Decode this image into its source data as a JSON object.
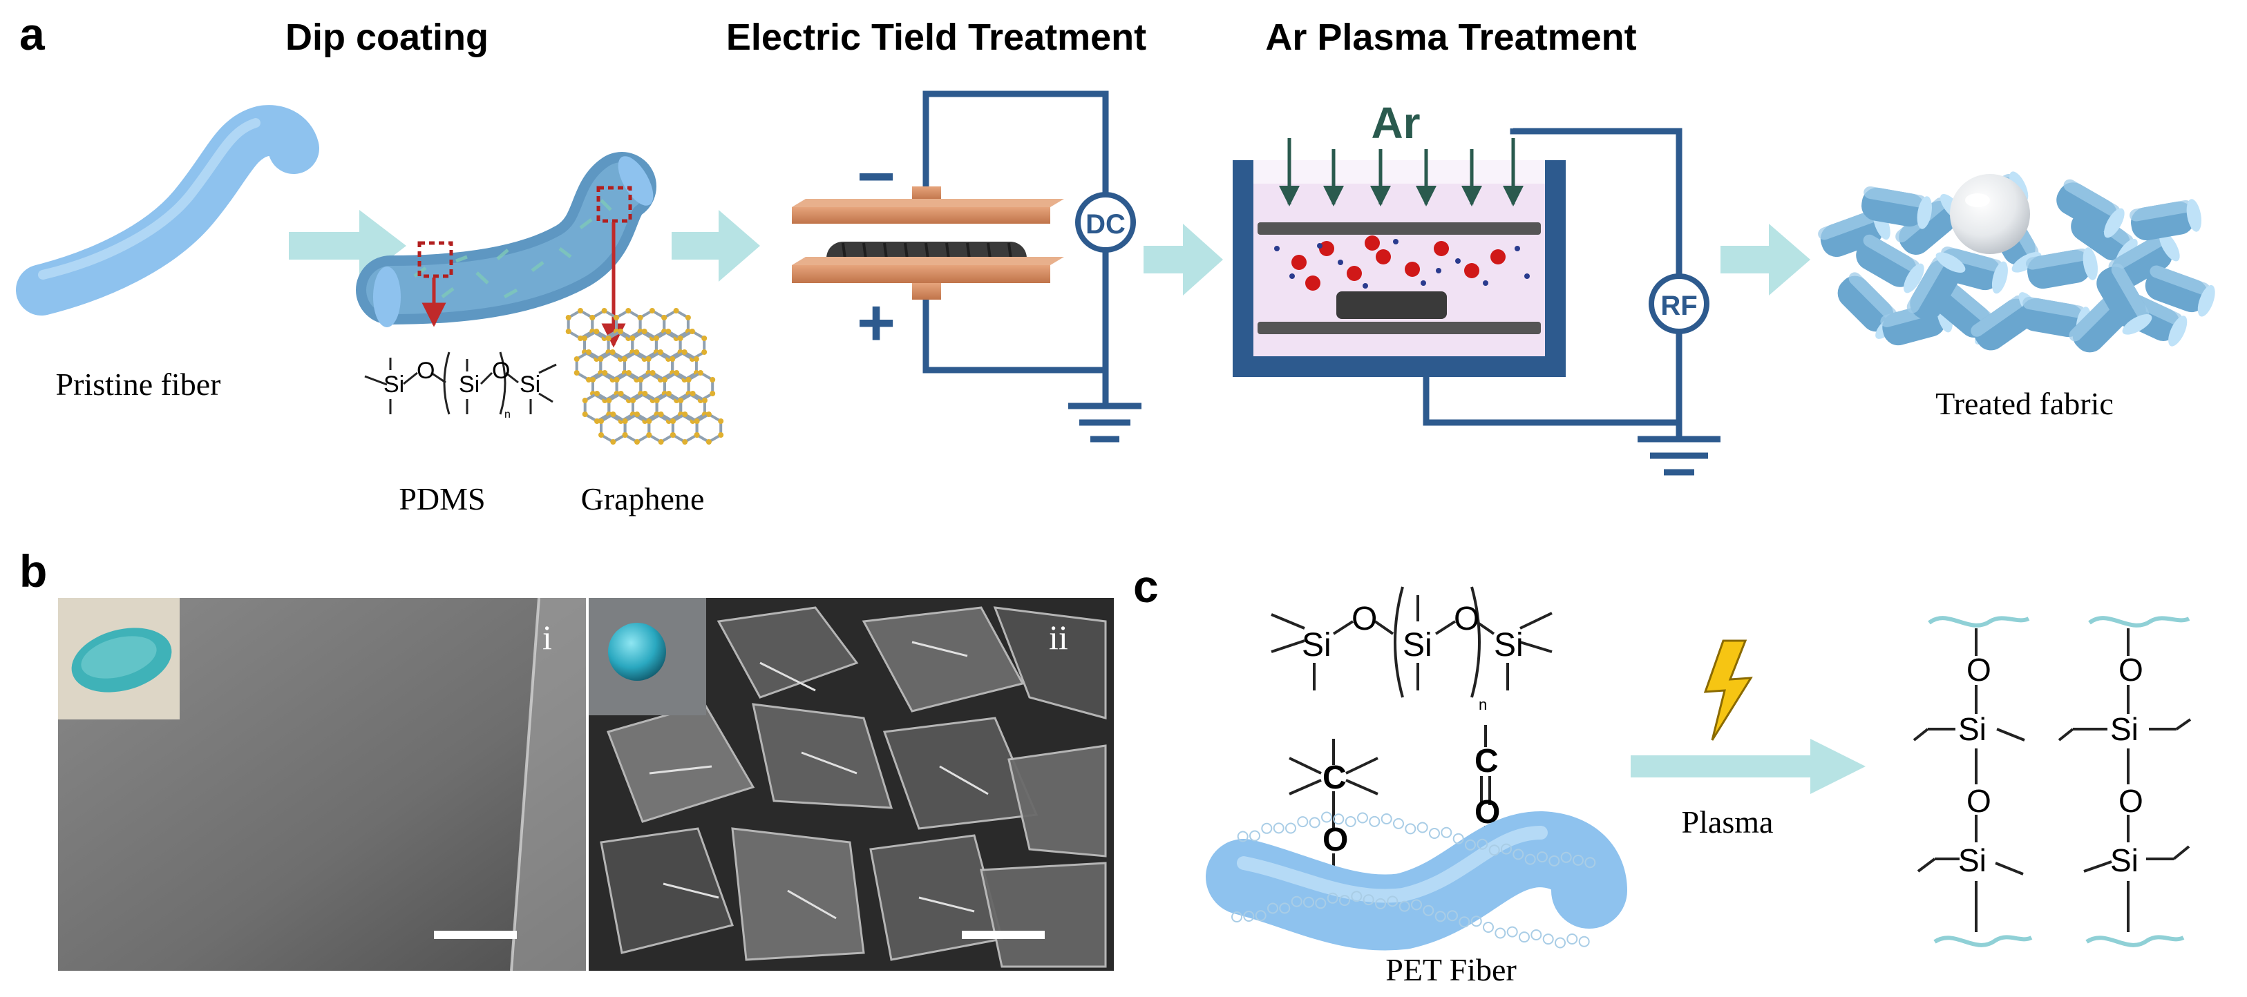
{
  "panel_a": {
    "letter": "a",
    "step1_title": "Dip coating",
    "step2_title": "Electric Tield Treatment",
    "step3_title": "Ar Plasma Treatment",
    "pristine_label": "Pristine fiber",
    "pdms_label": "PDMS",
    "graphene_label": "Graphene",
    "dc_label": "DC",
    "rf_label": "RF",
    "ar_label": "Ar",
    "treated_label": "Treated fabric",
    "minus_sign": "−",
    "plus_sign": "+"
  },
  "panel_b": {
    "letter": "b",
    "image_i_label": "i",
    "image_ii_label": "ii"
  },
  "panel_c": {
    "letter": "c",
    "plasma_label": "Plasma",
    "pet_label": "PET Fiber"
  },
  "chem": {
    "si": "Si",
    "o": "O",
    "c": "C",
    "n": "n"
  },
  "colors": {
    "arrow_cyan": "#b7e3e4",
    "frame_blue": "#2d5a8e",
    "copper": "#d58a5e",
    "fiber_blue": "#8ec2ee",
    "red_arrow": "#c02a2a",
    "ar_green": "#2a5a4e",
    "chamber_pink": "#f1e2f4",
    "bolt_yellow": "#f6c513"
  }
}
